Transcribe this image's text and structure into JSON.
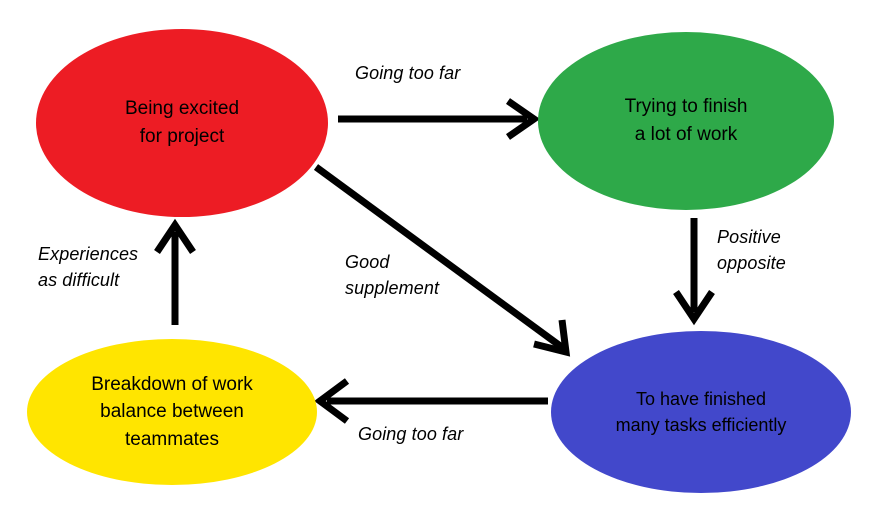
{
  "diagram": {
    "type": "cycle-flow-diagram",
    "background": "#ffffff",
    "nodes": [
      {
        "id": "red",
        "label": "Being excited\nfor project",
        "color": "#ED1C24",
        "position": "top-left"
      },
      {
        "id": "green",
        "label": "Trying to finish\na lot of work",
        "color": "#2EA949",
        "position": "top-right"
      },
      {
        "id": "yellow",
        "label": "Breakdown of work\nbalance between\nteammates",
        "color": "#FFE500",
        "position": "bottom-left"
      },
      {
        "id": "blue",
        "label": "To have finished\nmany tasks efficiently",
        "color": "#4248CB",
        "position": "bottom-right"
      }
    ],
    "edges": [
      {
        "id": "red-to-green",
        "label": "Going too far",
        "from": "red",
        "to": "green",
        "direction": "right",
        "color": "#000000"
      },
      {
        "id": "green-to-blue",
        "label": "Positive\nopposite",
        "from": "green",
        "to": "blue",
        "direction": "down",
        "color": "#000000"
      },
      {
        "id": "red-to-blue",
        "label": "Good\nsupplement",
        "from": "red",
        "to": "blue",
        "direction": "diagonal-down-right",
        "color": "#000000"
      },
      {
        "id": "blue-to-yellow",
        "label": "Going too far",
        "from": "blue",
        "to": "yellow",
        "direction": "left",
        "color": "#000000"
      },
      {
        "id": "yellow-to-red",
        "label": "Experiences\nas difficult",
        "from": "yellow",
        "to": "red",
        "direction": "up",
        "color": "#000000"
      }
    ]
  }
}
